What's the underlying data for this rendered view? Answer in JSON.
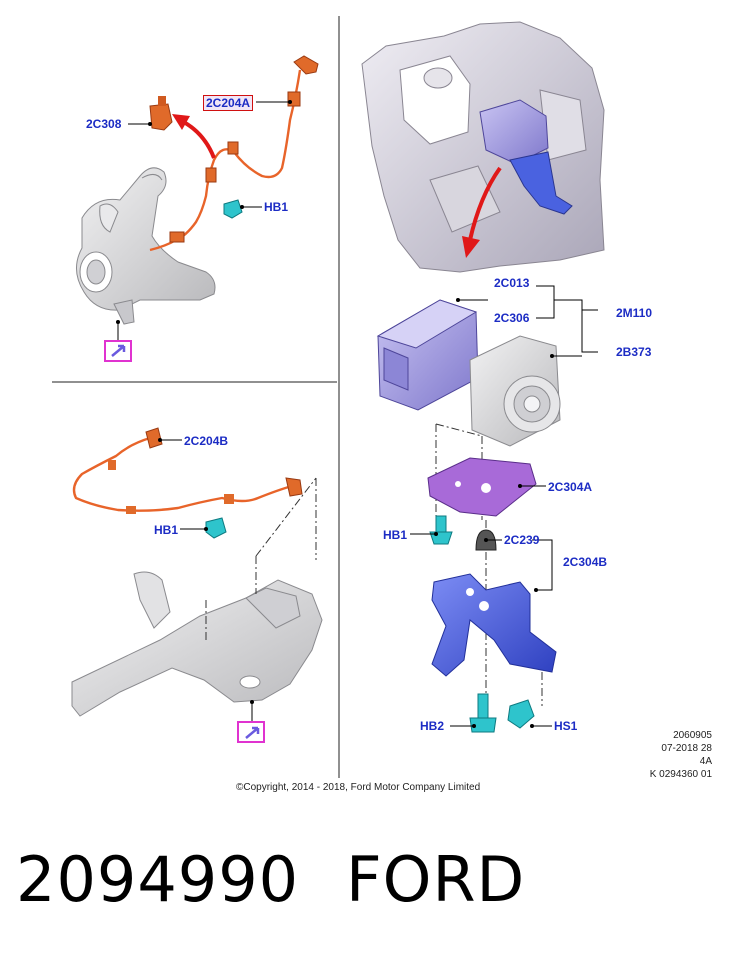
{
  "colors": {
    "label_blue": "#1c2cc4",
    "harness_orange": "#e8642a",
    "connector_orange": "#e06a2a",
    "fastener_cyan": "#2ec4cc",
    "module_purple": "#a49ee0",
    "bracket_blue": "#4a62e0",
    "gasket_purple": "#a86ad8",
    "arrow_red": "#e01818",
    "icon_magenta": "#e033d0",
    "casting_gray": "#d6d6d8"
  },
  "callouts": {
    "c2C308": "2C308",
    "c2C204A": "2C204A",
    "hb1_top": "HB1",
    "c2C204B": "2C204B",
    "hb1_lower": "HB1",
    "c2C013": "2C013",
    "c2C306": "2C306",
    "c2M110": "2M110",
    "c2B373": "2B373",
    "c2C304A": "2C304A",
    "hb1_right": "HB1",
    "c2C239": "2C239",
    "c2C304B": "2C304B",
    "hb2": "HB2",
    "hs1": "HS1"
  },
  "meta": {
    "line1": "2060905",
    "line2": "07-2018 28",
    "line3": "4A",
    "line4": "K 0294360 01"
  },
  "copyright": "©Copyright, 2014 - 2018, Ford Motor Company Limited",
  "footer": {
    "part_number": "2094990",
    "brand": "FORD"
  },
  "icons": [
    "component-location-icon",
    "component-location-icon"
  ]
}
